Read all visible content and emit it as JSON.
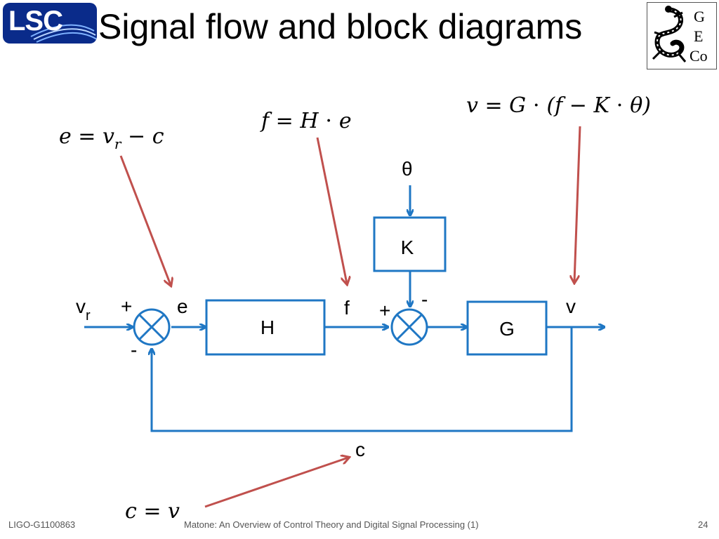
{
  "slide": {
    "title": "Signal flow and block diagrams",
    "footer_left": "LIGO-G1100863",
    "footer_center": "Matone: An Overview of Control Theory and Digital Signal Processing (1)",
    "footer_right": "24"
  },
  "logos": {
    "lsc": "LSC",
    "geco_lines": [
      "G",
      "E",
      "Co"
    ]
  },
  "diagram": {
    "blocks": {
      "H": "H",
      "K": "K",
      "G": "G"
    },
    "signals": {
      "vr": "v",
      "vr_sub": "r",
      "e": "e",
      "f": "f",
      "v": "v",
      "c": "c",
      "theta": "θ"
    },
    "signs": {
      "sum1_plus": "+",
      "sum1_minus": "-",
      "sum2_plus": "+",
      "sum2_minus": "-"
    }
  },
  "equations": {
    "e_eq_left": "e = v",
    "e_eq_sub": "r",
    "e_eq_right": " − c",
    "f_eq": "f = H ⋅ e",
    "v_eq": "v = G ⋅ (f − K ⋅ θ)",
    "c_eq": "c = v"
  },
  "colors": {
    "flow": "#1f77c4",
    "arrow_red": "#c0504d",
    "text": "#000000"
  }
}
